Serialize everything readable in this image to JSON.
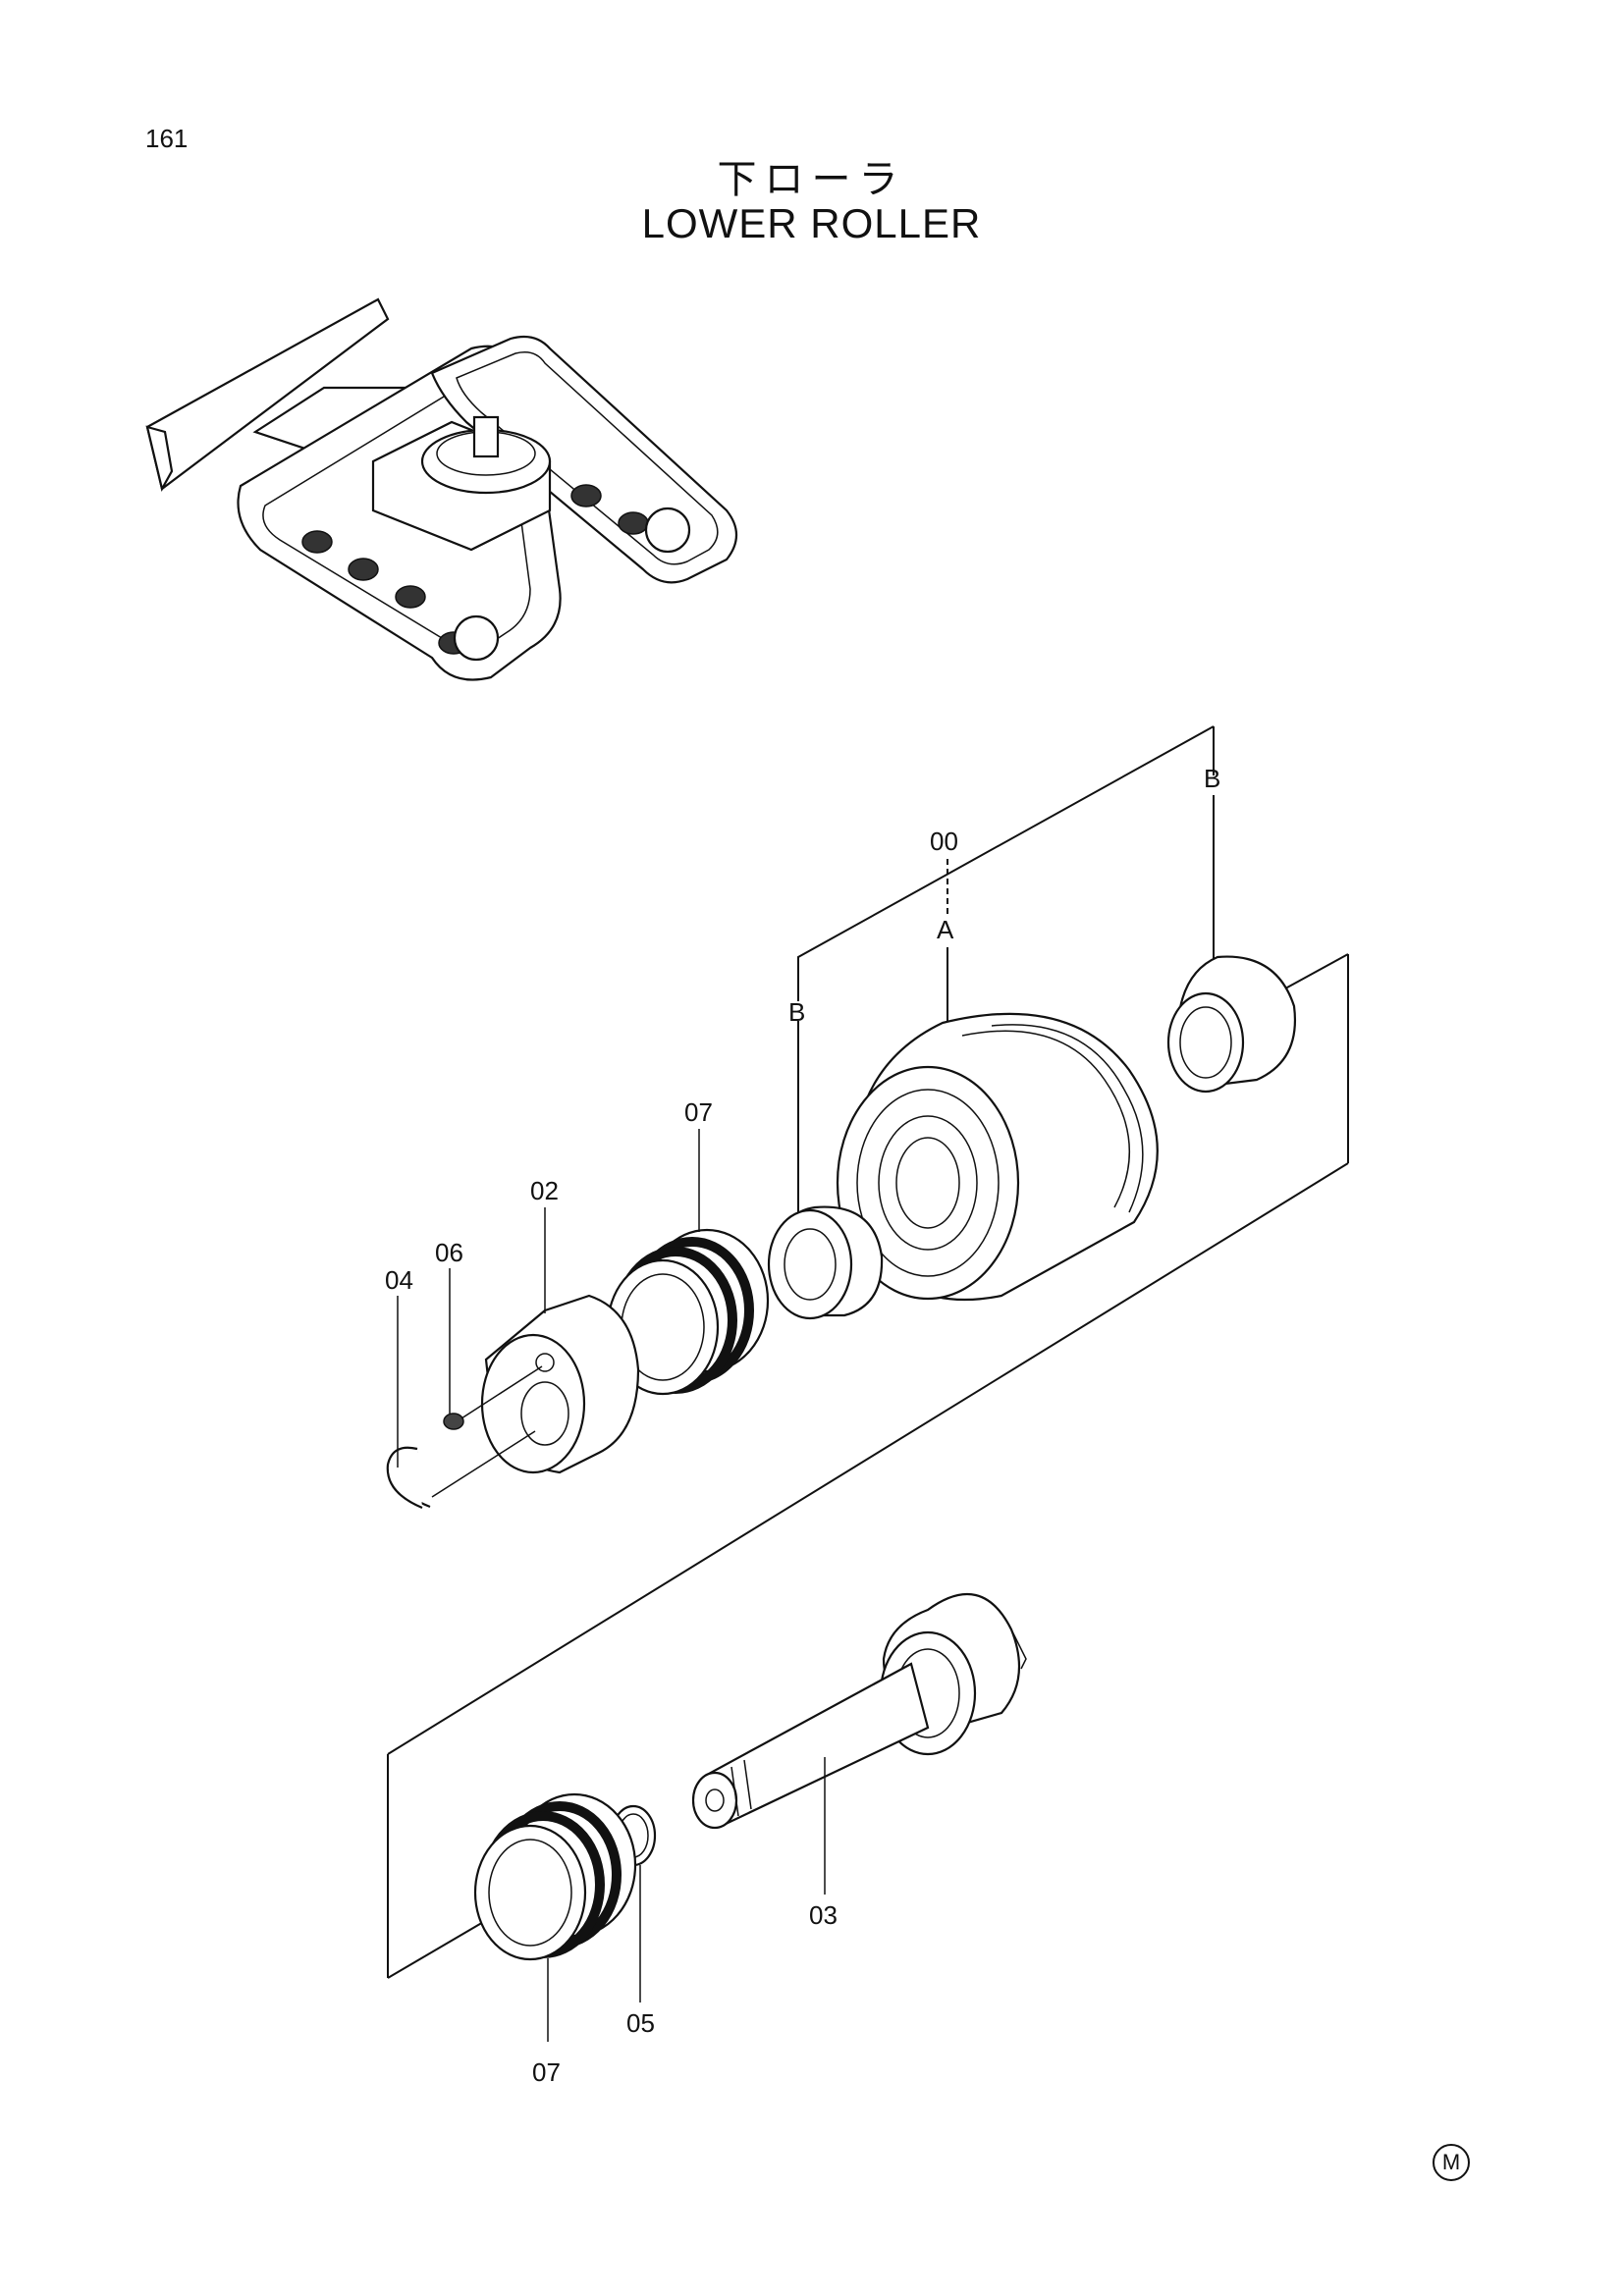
{
  "page": {
    "number": "161"
  },
  "title": {
    "japanese": "下ローラ",
    "english": "LOWER ROLLER"
  },
  "callouts": {
    "c00": "00",
    "cA": "A",
    "cB_top": "B",
    "cB_left": "B",
    "c07_top": "07",
    "c02": "02",
    "c06": "06",
    "c04": "04",
    "c03": "03",
    "c05": "05",
    "c07_bottom": "07"
  },
  "mark": "M"
}
